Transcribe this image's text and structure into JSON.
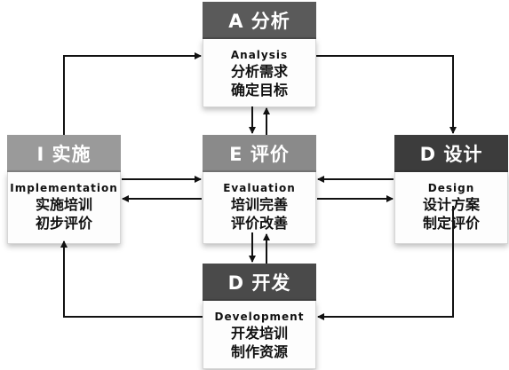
{
  "colors": {
    "analysis_header": "#5a5a5a",
    "evaluation_header": "#8a8a8a",
    "implementation_header": "#9a9a9a",
    "design_header": "#3c3c3c",
    "development_header": "#4a4a4a",
    "arrow": "#111111"
  },
  "nodes": {
    "analysis": {
      "title": "A 分析",
      "english": "Analysis",
      "line1": "分析需求",
      "line2": "确定目标"
    },
    "evaluation": {
      "title": "E 评价",
      "english": "Evaluation",
      "line1": "培训完善",
      "line2": "评价改善"
    },
    "implementation": {
      "title": "I 实施",
      "english": "Implementation",
      "line1": "实施培训",
      "line2": "初步评价"
    },
    "design": {
      "title": "D 设计",
      "english": "Design",
      "line1": "设计方案",
      "line2": "制定评价"
    },
    "development": {
      "title": "D 开发",
      "english": "Development",
      "line1": "开发培训",
      "line2": "制作资源"
    }
  }
}
